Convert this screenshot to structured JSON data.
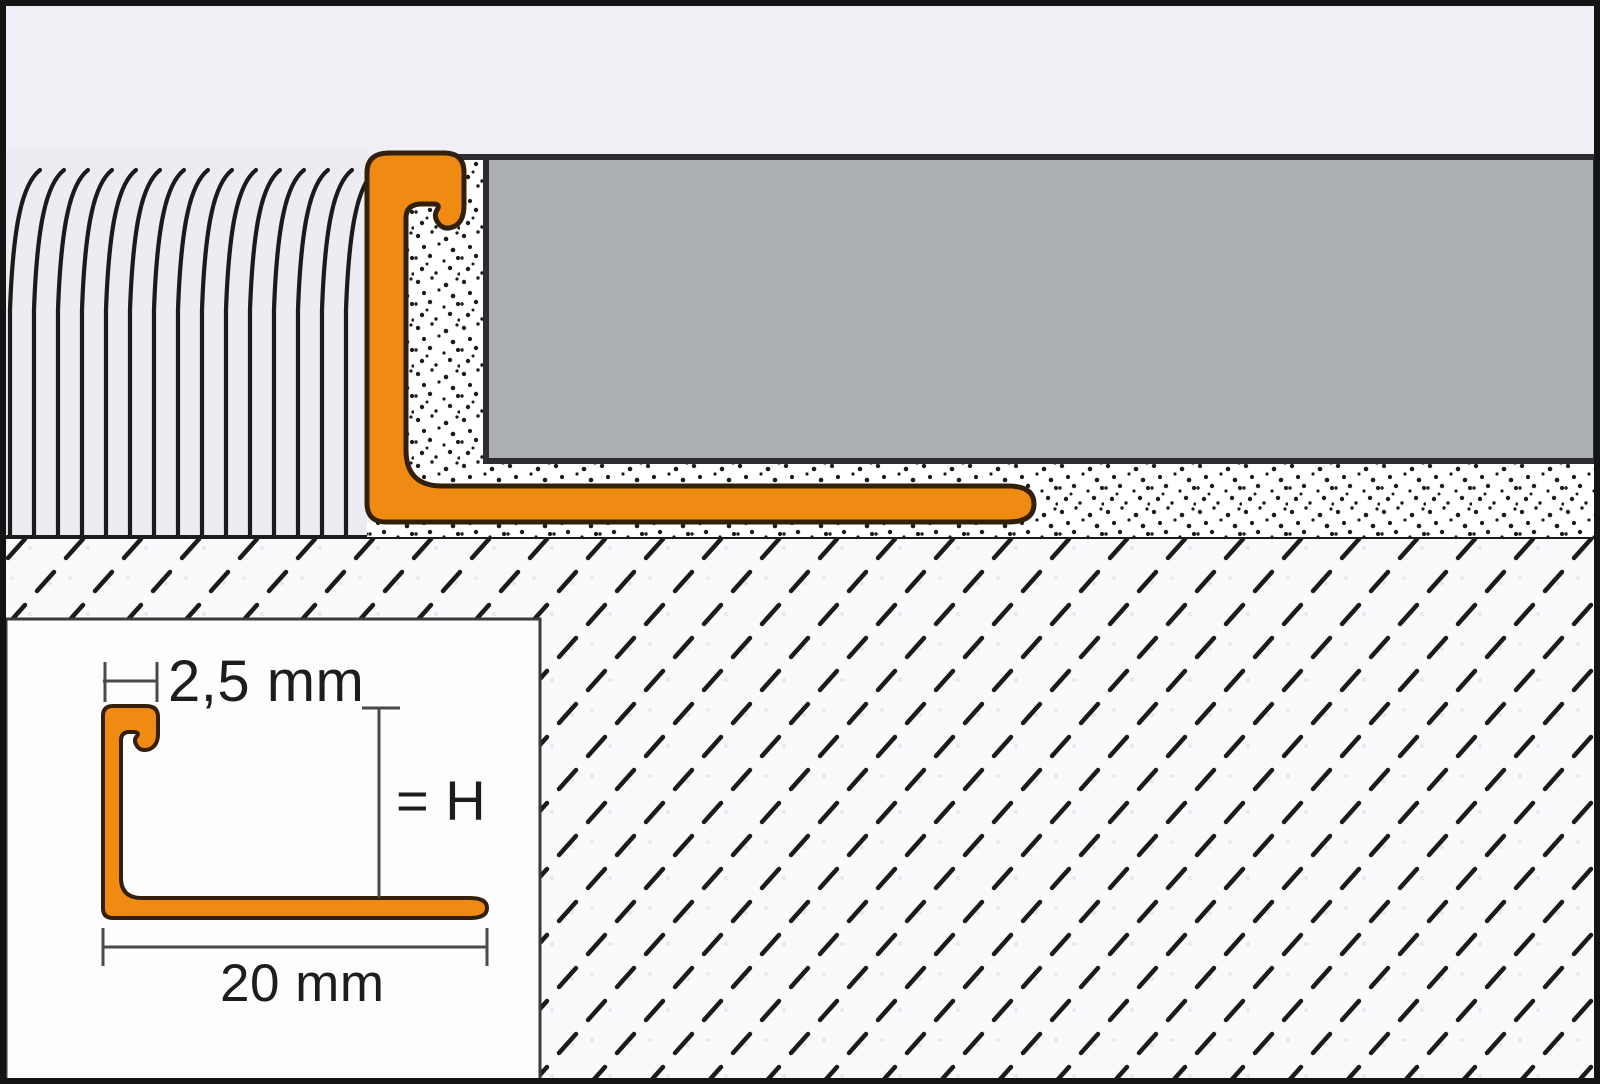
{
  "diagram": {
    "title": "tile-edge-profile-installation-cross-section",
    "dimensions": {
      "top_width_label": "2,5 mm",
      "height_label": "= H",
      "base_width_label": "20 mm"
    }
  },
  "colors": {
    "background": "#F0EFF5",
    "wall_area": "#EDECF2",
    "substrate": "#FAFAFC",
    "stipple_bg": "#FFFFFF",
    "tile_gray": "#ACAFB1",
    "tile_edge": "#2C2C31",
    "profile_orange": "#EF8A12",
    "profile_outline": "#33200A",
    "line_dark": "#1B1B1B",
    "dim_line": "#4A4A4A",
    "text": "#1D1D1D",
    "inset_bg": "#FDFDFE",
    "inset_border": "#3A3A3A",
    "border": "#141414"
  }
}
